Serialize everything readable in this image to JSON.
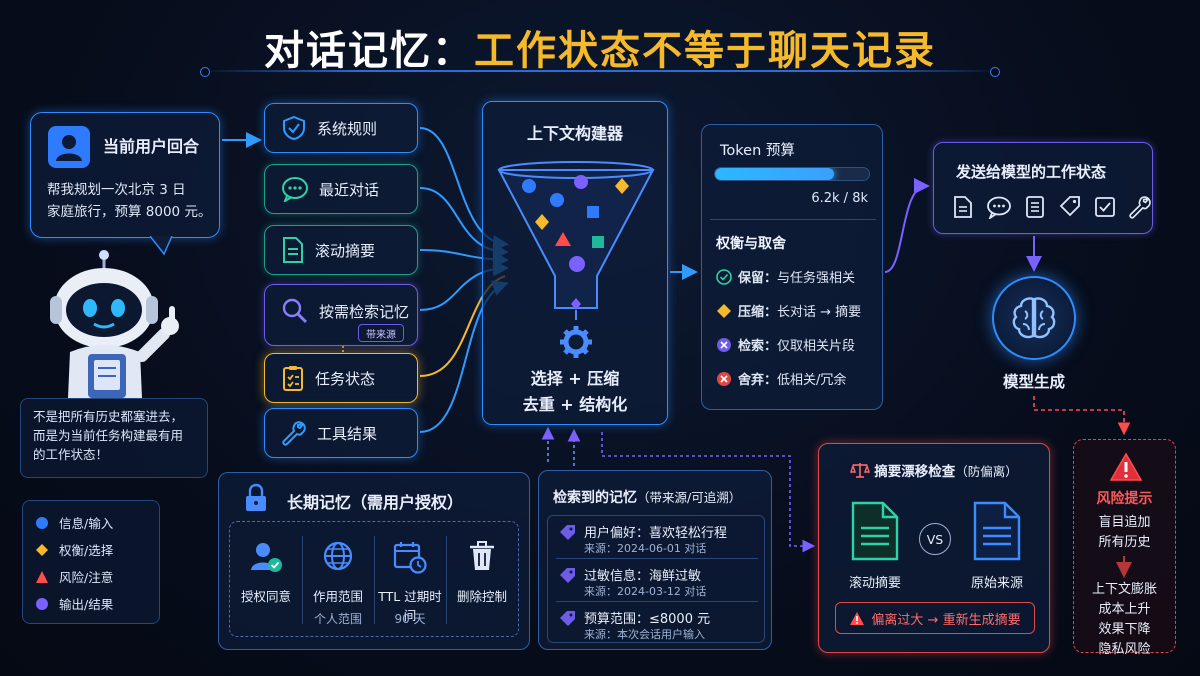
{
  "title": {
    "part1": "对话记忆：",
    "part2": "工作状态不等于聊天记录"
  },
  "user": {
    "title": "当前用户回合",
    "message_line1": "帮我规划一次北京 3 日",
    "message_line2": "家庭旅行，预算 8000 元。"
  },
  "robot_note": {
    "line1": "不是把所有历史都塞进去，",
    "line2": "而是为当前任务构建最有用",
    "line3": "的工作状态！"
  },
  "legend": [
    {
      "label": "信息/输入",
      "color": "#2f7bff"
    },
    {
      "label": "权衡/选择",
      "color": "#f5b92c"
    },
    {
      "label": "风险/注意",
      "color": "#ff4d4d"
    },
    {
      "label": "输出/结果",
      "color": "#7b61ff"
    }
  ],
  "sources": {
    "rules": "系统规则",
    "recent": "最近对话",
    "summary": "滚动摘要",
    "search": "按需检索记忆",
    "search_tag": "带来源",
    "task": "任务状态",
    "tools": "工具结果"
  },
  "builder": {
    "title": "上下文构建器",
    "caption_line1": "选择 + 压缩",
    "caption_line2": "去重 + 结构化"
  },
  "budget": {
    "title": "Token 预算",
    "used_label": "6.2k / 8k",
    "fill_fraction": 0.775,
    "tradeoff_title": "权衡与取舍",
    "rows": [
      {
        "key": "保留：",
        "text": "与任务强相关"
      },
      {
        "key": "压缩：",
        "text": "长对话 → 摘要"
      },
      {
        "key": "检索：",
        "text": "仅取相关片段"
      },
      {
        "key": "舍弃：",
        "text": "低相关/冗余"
      }
    ]
  },
  "send": {
    "title": "发送给模型的工作状态"
  },
  "model": {
    "caption": "模型生成"
  },
  "drift": {
    "title": "摘要漂移检查",
    "title_suffix": "（防偏离）",
    "left": "滚动摘要",
    "vs": "VS",
    "right": "原始来源",
    "warning": "偏离过大 → 重新生成摘要"
  },
  "risk": {
    "title": "风险提示",
    "line1": "盲目追加",
    "line2": "所有历史",
    "line3": "上下文膨胀",
    "line4": "成本上升",
    "line5": "效果下降",
    "line6": "隐私风险"
  },
  "long_term": {
    "title": "长期记忆（需用户授权）",
    "cols": [
      {
        "label": "授权同意",
        "sub": ""
      },
      {
        "label": "作用范围",
        "sub": "个人范围"
      },
      {
        "label": "TTL 过期时间",
        "sub": "90 天"
      },
      {
        "label": "删除控制",
        "sub": ""
      }
    ]
  },
  "retrieved": {
    "title": "检索到的记忆",
    "title_suffix": "（带来源/可追溯）",
    "items": [
      {
        "text": "用户偏好：喜欢轻松行程",
        "src": "来源：2024-06-01 对话"
      },
      {
        "text": "过敏信息：海鲜过敏",
        "src": "来源：2024-03-12 对话"
      },
      {
        "text": "预算范围：≤8000 元",
        "src": "来源：本次会话用户输入"
      }
    ]
  }
}
